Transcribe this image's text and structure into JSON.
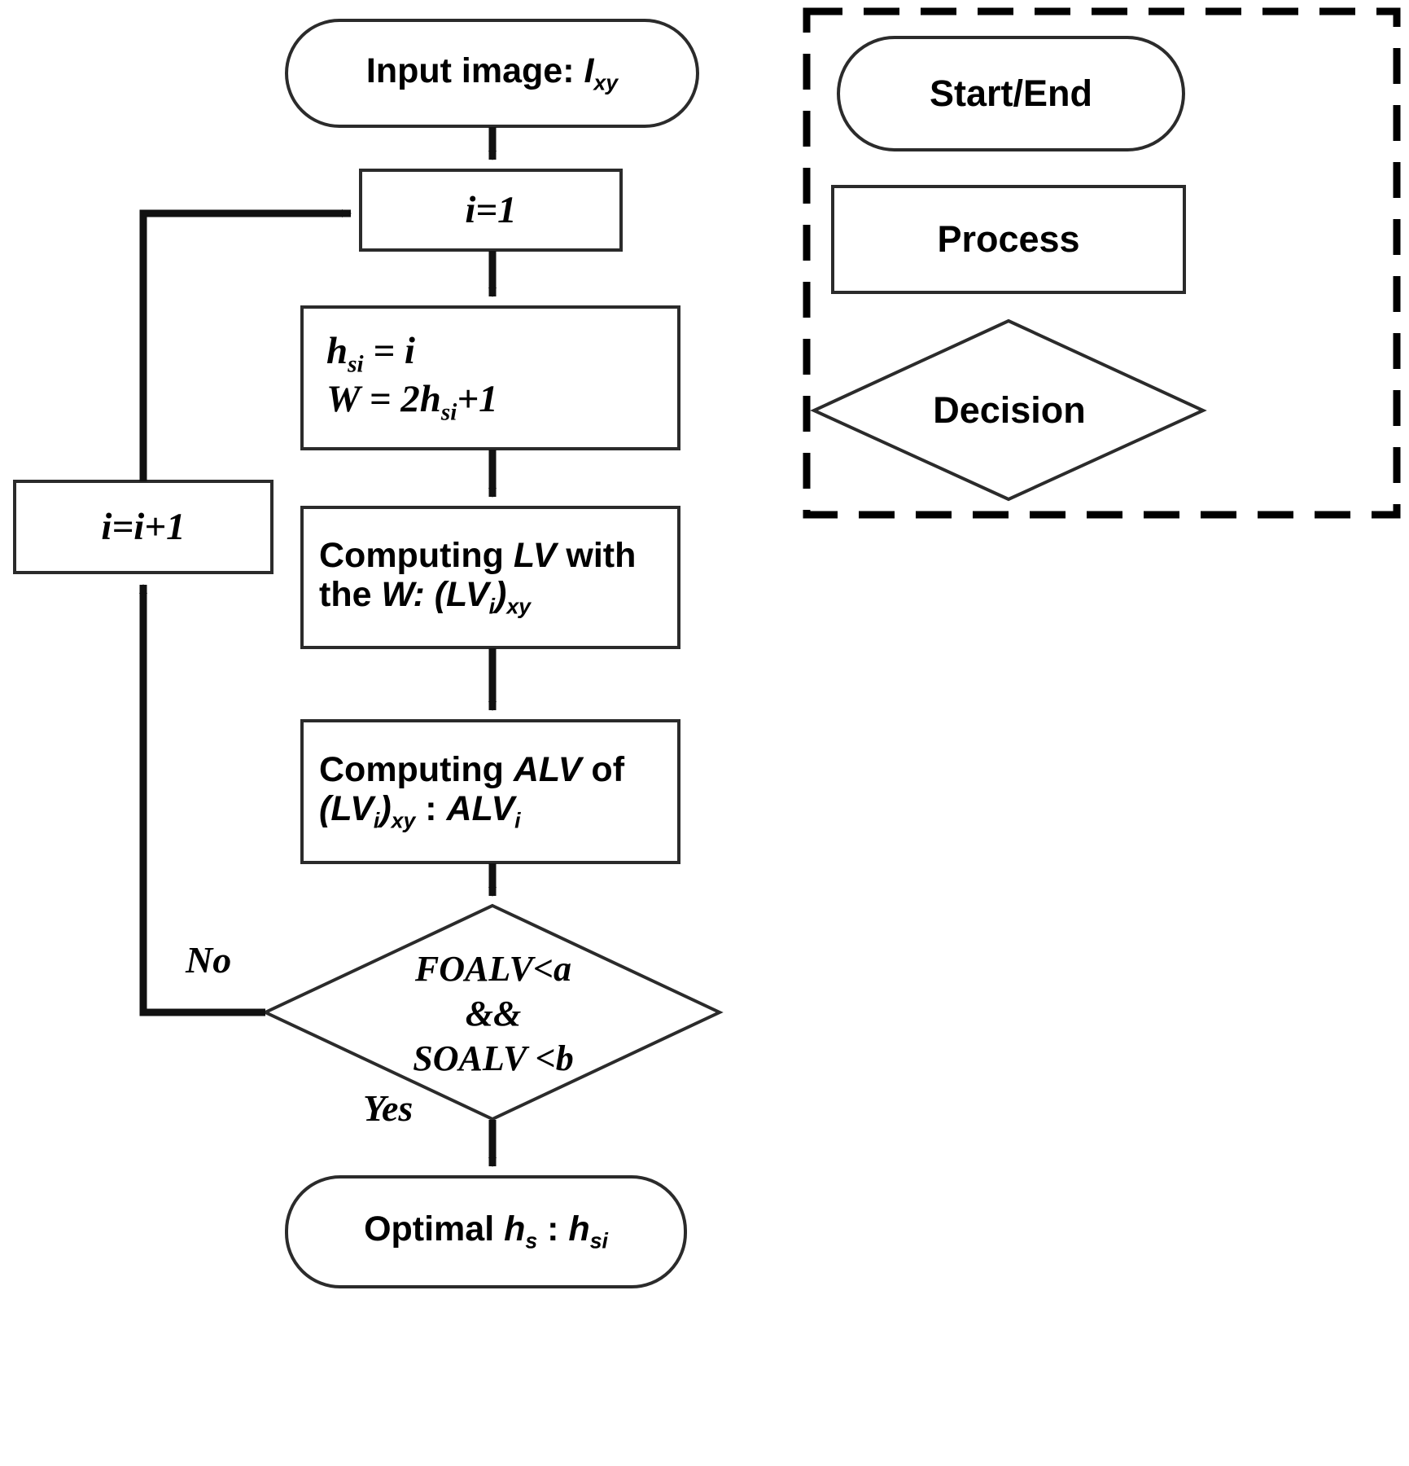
{
  "diagram": {
    "title_present": false,
    "colors": {
      "stroke": "#1a1a1a",
      "fill": "#ffffff",
      "text": "#000000",
      "legend_border": "#000000"
    },
    "nodes": {
      "input": {
        "shape": "rounded-rectangle",
        "role": "start",
        "text_prefix": "Input image: ",
        "text_var": "I",
        "text_sub": "xy"
      },
      "init": {
        "shape": "rectangle",
        "role": "process",
        "text": "i=1"
      },
      "assign": {
        "shape": "rectangle",
        "role": "process",
        "line1_lead": "h",
        "line1_sub": "si",
        "line1_tail": " = i",
        "line2_lead": "W",
        "line2_mid": " = 2h",
        "line2_sub": "si",
        "line2_tail": "+1"
      },
      "compute_lv": {
        "shape": "rectangle",
        "role": "process",
        "line1_a": "Computing ",
        "line1_b": "LV",
        "line1_c": " with",
        "line2_a": "the ",
        "line2_b": "W",
        "line2_c": ": (",
        "line2_d": "LV",
        "line2_sub1": "i",
        "line2_e": ")",
        "line2_sub2": "xy"
      },
      "compute_alv": {
        "shape": "rectangle",
        "role": "process",
        "line1_a": "Computing ",
        "line1_b": "ALV",
        "line1_c": " of",
        "line2_a": "(",
        "line2_b": "LV",
        "line2_sub1": "i",
        "line2_c": ")",
        "line2_sub2": "xy",
        "line2_d": " : ",
        "line2_e": "ALV",
        "line2_sub3": "i"
      },
      "decision": {
        "shape": "diamond",
        "role": "decision",
        "line1": "FOALV<a",
        "line2": "&&",
        "line3": "SOALV <b"
      },
      "increment": {
        "shape": "rectangle",
        "role": "process",
        "text": "i=i+1"
      },
      "output": {
        "shape": "rounded-rectangle",
        "role": "end",
        "text_a": "Optimal ",
        "text_b": "h",
        "text_sub1": "s",
        "text_c": " : ",
        "text_d": "h",
        "text_sub2": "si"
      }
    },
    "edge_labels": {
      "no": "No",
      "yes": "Yes"
    },
    "legend": {
      "border_style": "dashed",
      "items": [
        {
          "key": "start_end",
          "label": "Start/End",
          "shape": "rounded-rectangle"
        },
        {
          "key": "process",
          "label": "Process",
          "shape": "rectangle"
        },
        {
          "key": "decision",
          "label": "Decision",
          "shape": "diamond"
        }
      ]
    }
  }
}
